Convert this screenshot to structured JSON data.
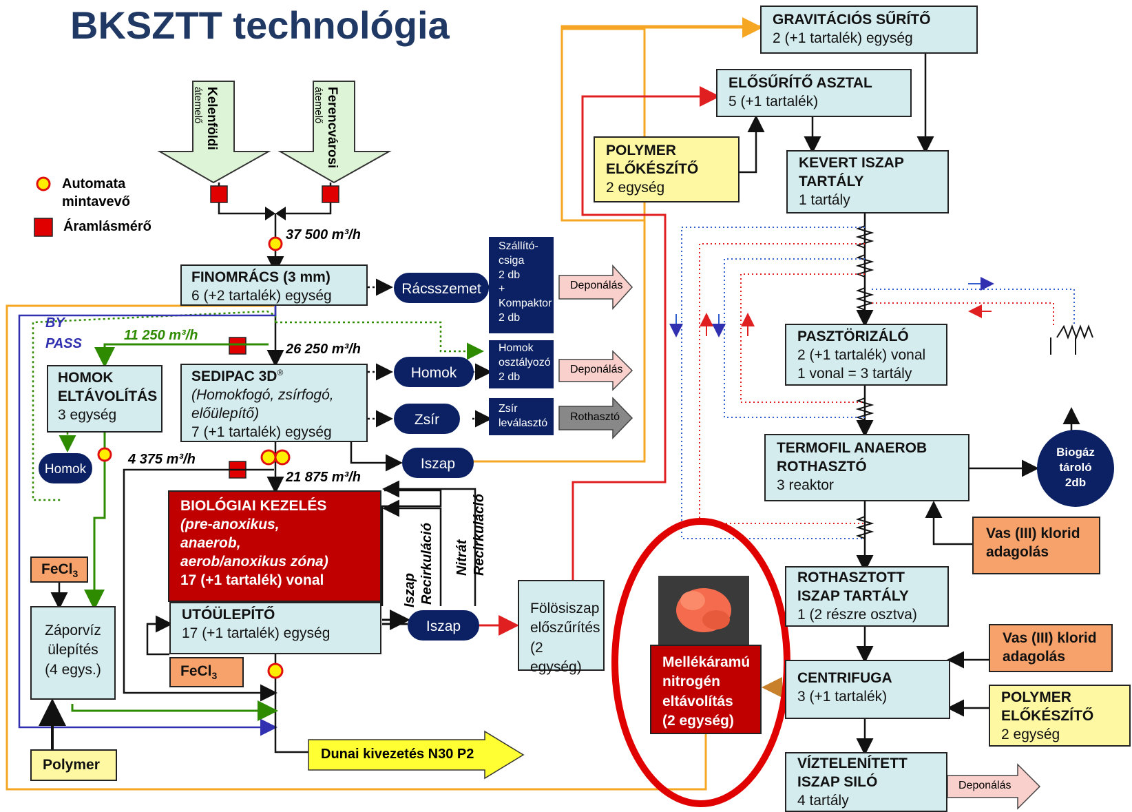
{
  "title": "BKSZTT technológia",
  "inlets": [
    {
      "name": "Kelenföldi",
      "sub": "átemelő"
    },
    {
      "name": "Ferencvárosi",
      "sub": "átemelő"
    }
  ],
  "legend": {
    "sampler": "Automata mintavevő",
    "meter": "Áramlásmérő"
  },
  "flows": {
    "total": "37 500 m³/h",
    "bypass_sand": "11 250 m³/h",
    "to_sedipac": "26 250 m³/h",
    "bypass_bio": "4 375 m³/h",
    "to_bio": "21 875 m³/h"
  },
  "bypass_label": [
    "BY",
    "PASS"
  ],
  "finomracs": {
    "title": "FINOMRÁCS (3 mm)",
    "sub": "6 (+2 tartalék) egység"
  },
  "sedipac": {
    "title": "SEDIPAC 3D",
    "sup": "®",
    "desc": "(Homokfogó, zsírfogó, előülepítő)",
    "sub": "7 (+1 tartalék) egység"
  },
  "homok_eltav": {
    "title1": "HOMOK",
    "title2": "ELTÁVOLÍTÁS",
    "sub": "3 egység"
  },
  "homok_pill": "Homok",
  "pills": {
    "racsszemet": "Rácsszemet",
    "homok": "Homok",
    "zsir": "Zsír",
    "iszap1": "Iszap",
    "iszap2": "Iszap"
  },
  "navy_boxes": {
    "szallito": [
      "Szállító-",
      "csiga",
      "2  db",
      "+",
      "Kompaktor",
      "2 db"
    ],
    "homokoszt": [
      "Homok",
      "osztályozó",
      "2 db"
    ],
    "zsirlev": [
      "Zsír",
      "leválasztó"
    ]
  },
  "outputs": {
    "deponalas": "Deponálás",
    "rothaszto": "Rothasztó"
  },
  "bio": {
    "title": "BIOLÓGIAI KEZELÉS",
    "d1": "(pre-anoxikus,",
    "d2": "anaerob,",
    "d3": "aerob/anoxikus zóna)",
    "sub": "17 (+1 tartalék) vonal"
  },
  "utoulepito": {
    "title": "UTÓÜLEPÍTŐ",
    "sub": "17 (+1 tartalék) egység"
  },
  "recirc": {
    "iszap1": "Iszap",
    "iszap2": "Recirkuláció",
    "nitrat1": "Nitrát",
    "nitrat2": "Recirkuláció"
  },
  "fecl": {
    "label": "FeCl",
    "sub": "3"
  },
  "zaporviz": [
    "Záporvíz",
    "ülepítés",
    "(4 egys.)"
  ],
  "polymer": "Polymer",
  "dunai": "Dunai kivezetés N30 P2",
  "folos": [
    "Fölösiszap",
    "előszűrítés",
    "(2 egység)"
  ],
  "mellek": [
    "Mellékáramú",
    "nitrogén",
    "eltávolítás",
    "(2 egység)"
  ],
  "gravit": {
    "title": "GRAVITÁCIÓS SŰRÍTŐ",
    "sub": "2 (+1 tartalék) egység"
  },
  "elosurito": {
    "title": "ELŐSŰRÍTŐ ASZTAL",
    "sub": "5 (+1 tartalék)"
  },
  "polymer_elo": {
    "t1": "POLYMER",
    "t2": "ELŐKÉSZÍTŐ",
    "sub": "2 egység"
  },
  "kevert": {
    "t1": "KEVERT ISZAP",
    "t2": "TARTÁLY",
    "sub": "1 tartály"
  },
  "paszt": {
    "title": "PASZTÖRIZÁLÓ",
    "s1": "2 (+1 tartalék) vonal",
    "s2": "1 vonal = 3 tartály"
  },
  "termofil": {
    "t1": "TERMOFIL ANAEROB",
    "t2": "ROTHASZTÓ",
    "sub": "3  reaktor"
  },
  "biogaz": [
    "Biogáz",
    "tároló",
    "2db"
  ],
  "vas": {
    "t1": "Vas (III) klorid",
    "t2": "adagolás"
  },
  "rothasztott": {
    "t1": "ROTHASZTOTT",
    "t2": "ISZAP TARTÁLY",
    "sub": "1 (2 részre osztva)"
  },
  "centrifuga": {
    "title": "CENTRIFUGA",
    "sub": "3 (+1 tartalék)"
  },
  "viztelen": {
    "t1": "VÍZTELENÍTETT",
    "t2": "ISZAP SILÓ",
    "sub": "4 tartály"
  },
  "colors": {
    "title": "#1f3864",
    "cyan": "#d5ecef",
    "red": "#c00000",
    "navy": "#0b2163",
    "orange_line": "#f5a623",
    "green_line": "#2e8b00",
    "blue_line": "#3030b0",
    "red_line": "#e02020"
  }
}
